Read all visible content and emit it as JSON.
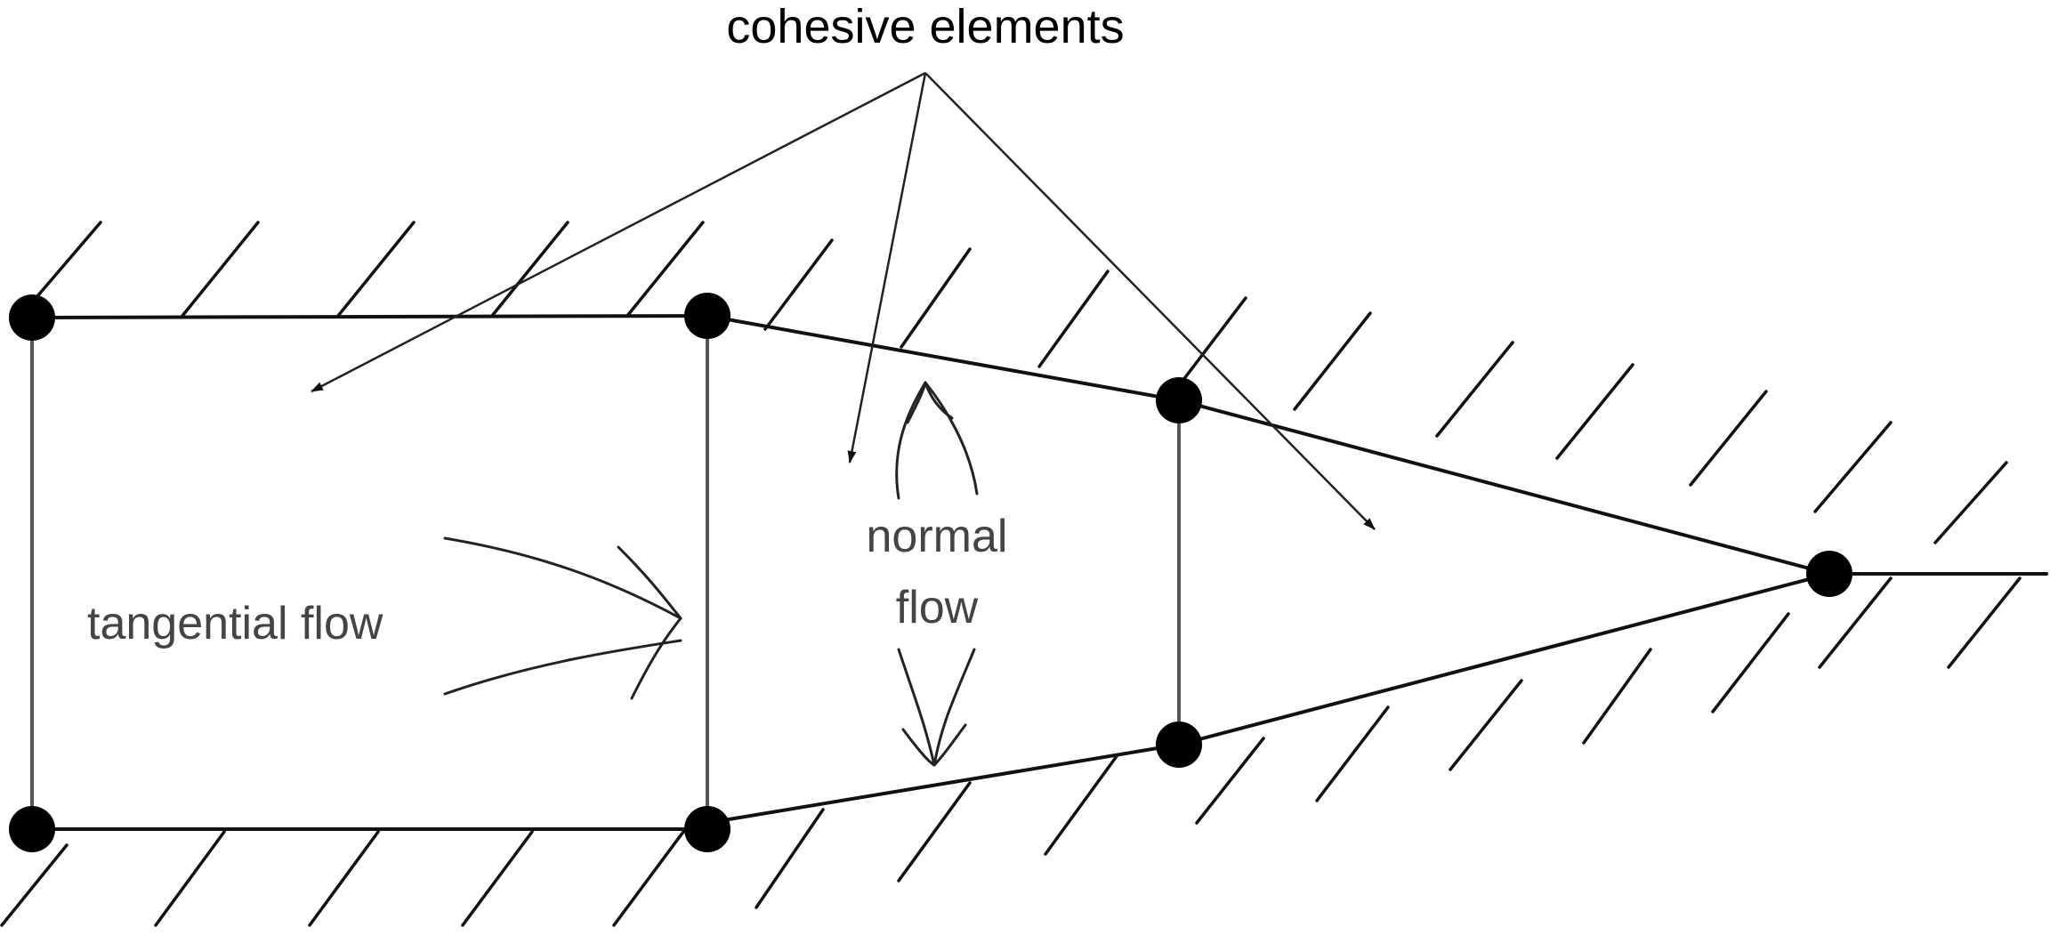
{
  "labels": {
    "cohesive": "cohesive elements",
    "tangential": "tangential flow",
    "normal_line1": "normal",
    "normal_line2": "flow"
  },
  "colors": {
    "line": "#111111",
    "text": "#444444",
    "node": "#000000"
  }
}
